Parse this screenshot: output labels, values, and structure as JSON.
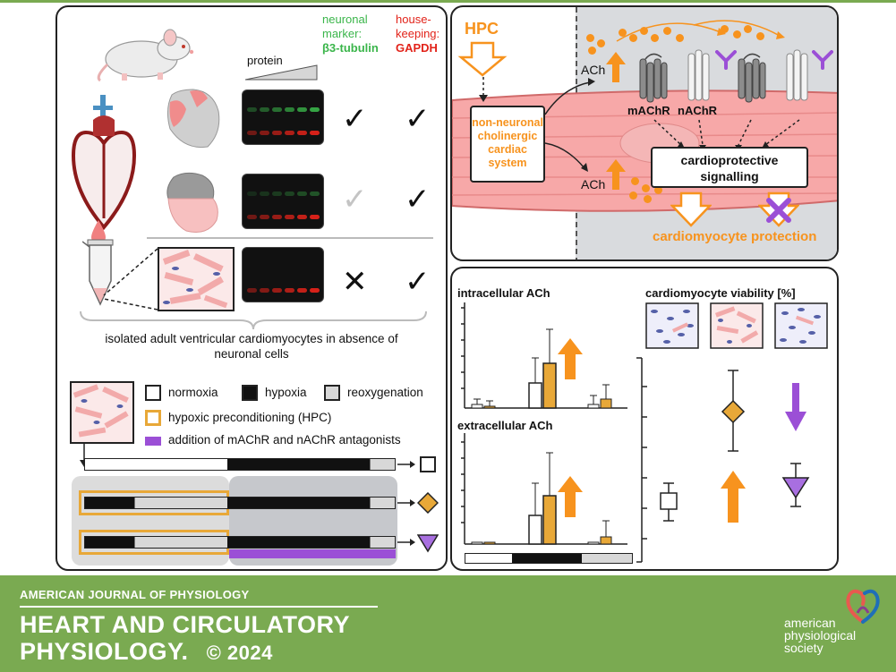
{
  "panel_left": {
    "protein_label": "protein",
    "neuronal_marker_line1": "neuronal",
    "neuronal_marker_line2": "marker:",
    "neuronal_marker_name": "β3-tubulin",
    "housekeeping_line1": "house-",
    "housekeeping_line2": "keeping:",
    "housekeeping_name": "GAPDH",
    "row1_neuronal": "✓",
    "row1_housekeeping": "✓",
    "row2_neuronal": "✓",
    "row2_housekeeping": "✓",
    "row3_neuronal": "✕",
    "row3_housekeeping": "✓",
    "caption_line1": "isolated adult ventricular cardiomyocytes in absence of",
    "caption_line2": "neuronal cells",
    "legend_normoxia": "normoxia",
    "legend_hypoxia": "hypoxia",
    "legend_reoxygenation": "reoxygenation",
    "legend_hpc": "hypoxic preconditioning (HPC)",
    "legend_antagonists": "addition of mAChR and nAChR antagonists"
  },
  "panel_top_right": {
    "hpc_label": "HPC",
    "system_line1": "non-neuronal",
    "system_line2": "cholinergic",
    "system_line3": "cardiac",
    "system_line4": "system",
    "ach_top": "ACh",
    "ach_bottom": "ACh",
    "machr_label": "mAChR",
    "nachr_label": "nAChR",
    "signalling_line1": "cardioprotective",
    "signalling_line2": "signalling",
    "protection_label": "cardiomyocyte protection"
  },
  "panel_bottom_right": {
    "intracellular_title": "intracellular ACh",
    "extracellular_title": "extracellular ACh",
    "viability_title": "cardiomyocyte viability [%]"
  },
  "footer": {
    "journal_line": "AMERICAN JOURNAL OF PHYSIOLOGY",
    "title_line1": "HEART AND CIRCULATORY",
    "title_line2": "PHYSIOLOGY.",
    "copyright": "© 2024",
    "society_line1": "american",
    "society_line2": "physiological",
    "society_line3": "society"
  },
  "colors": {
    "green": "#3ab54a",
    "red": "#e2231a",
    "orange": "#f7931e",
    "purple": "#9b4fd6",
    "gold": "#e8a838",
    "footer": "#7aaa51"
  }
}
